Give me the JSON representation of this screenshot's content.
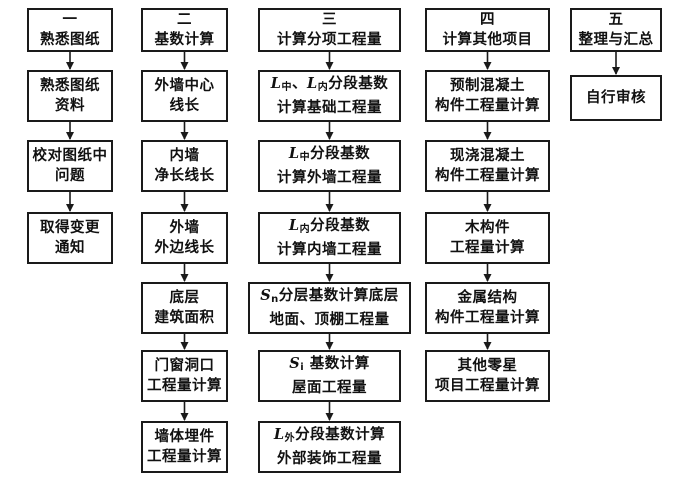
{
  "columns": [
    {
      "header": [
        "一",
        "熟悉图纸"
      ],
      "steps": [
        [
          "熟悉图纸",
          "资料"
        ],
        [
          "校对图纸中",
          "问题"
        ],
        [
          "取得变更",
          "通知"
        ]
      ]
    },
    {
      "header": [
        "二",
        "基数计算"
      ],
      "steps": [
        [
          "外墙中心",
          "线长"
        ],
        [
          "内墙",
          "净长线长"
        ],
        [
          "外墙",
          "外边线长"
        ],
        [
          "底层",
          "建筑面积"
        ],
        [
          "门窗洞口",
          "工程量计算"
        ],
        [
          "墙体埋件",
          "工程量计算"
        ]
      ]
    },
    {
      "header": [
        "三",
        "计算分项工程量"
      ],
      "steps": [
        {
          "sym": "L",
          "sub": "中",
          "sym2": "L",
          "sub2": "内",
          "rest": "分段基数",
          "line2": "计算基础工程量"
        },
        {
          "sym": "L",
          "sub": "中",
          "rest": "分段基数",
          "line2": "计算外墙工程量"
        },
        {
          "sym": "L",
          "sub": "内",
          "rest": "分段基数",
          "line2": "计算内墙工程量"
        },
        {
          "sym": "S",
          "sub": "n",
          "rest": "分层基数计算底层",
          "line2": "地面、顶棚工程量"
        },
        {
          "sym": "S",
          "sub": "i",
          "rest": " 基数计算",
          "line2": "屋面工程量"
        },
        {
          "sym": "L",
          "sub": "外",
          "rest": "分段基数计算",
          "line2": "外部装饰工程量"
        }
      ]
    },
    {
      "header": [
        "四",
        "计算其他项目"
      ],
      "steps": [
        [
          "预制混凝土",
          "构件工程量计算"
        ],
        [
          "现浇混凝土",
          "构件工程量计算"
        ],
        [
          "木构件",
          "工程量计算"
        ],
        [
          "金属结构",
          "构件工程量计算"
        ],
        [
          "其他零星",
          "项目工程量计算"
        ]
      ]
    },
    {
      "header": [
        "五",
        "整理与汇总"
      ],
      "steps": [
        [
          "自行审核"
        ]
      ]
    }
  ]
}
